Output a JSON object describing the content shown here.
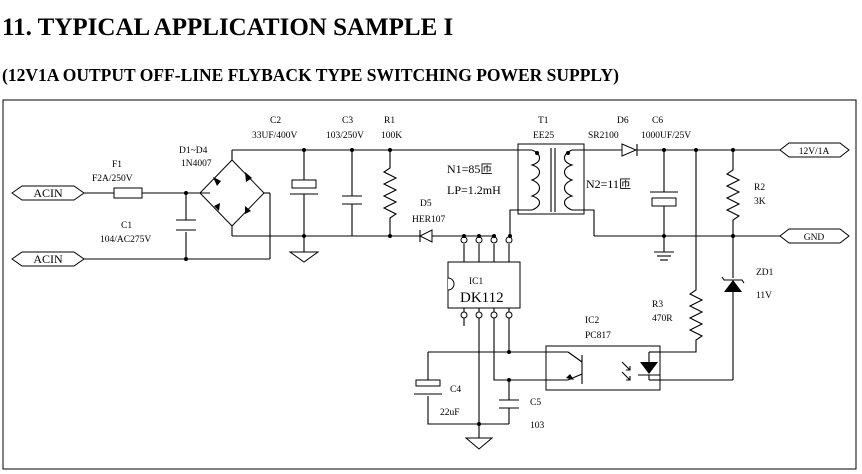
{
  "title": "11. TYPICAL APPLICATION SAMPLE I",
  "subtitle": "(12V1A OUTPUT OFF-LINE FLYBACK TYPE SWITCHING POWER SUPPLY)",
  "ports": {
    "acin_top": "ACIN",
    "acin_bottom": "ACIN",
    "out_12v": "12V/1A",
    "gnd": "GND"
  },
  "components": {
    "f1": {
      "ref": "F1",
      "value": "F2A/250V"
    },
    "bridge": {
      "ref": "D1~D4",
      "value": "1N4007"
    },
    "c1": {
      "ref": "C1",
      "value": "104/AC275V"
    },
    "c2": {
      "ref": "C2",
      "value": "33UF/400V"
    },
    "c3": {
      "ref": "C3",
      "value": "103/250V"
    },
    "r1": {
      "ref": "R1",
      "value": "100K"
    },
    "d5": {
      "ref": "D5",
      "value": "HER107"
    },
    "t1": {
      "ref": "T1",
      "value": "EE25",
      "n1": "N1=85匝",
      "lp": "LP=1.2mH",
      "n2": "N2=11匝"
    },
    "d6": {
      "ref": "D6",
      "value": "SR2100"
    },
    "c6": {
      "ref": "C6",
      "value": "1000UF/25V"
    },
    "r2": {
      "ref": "R2",
      "value": "3K"
    },
    "zd1": {
      "ref": "ZD1",
      "value": "11V"
    },
    "r3": {
      "ref": "R3",
      "value": "470R"
    },
    "ic1": {
      "ref": "IC1",
      "value": "DK112"
    },
    "ic2": {
      "ref": "IC2",
      "value": "PC817"
    },
    "c4": {
      "ref": "C4",
      "value": "22uF"
    },
    "c5": {
      "ref": "C5",
      "value": "103"
    }
  }
}
